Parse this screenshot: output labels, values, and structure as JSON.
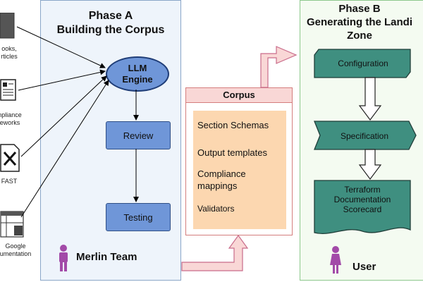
{
  "sources": [
    {
      "icon": "book-icon",
      "label": "ooks,\nrticles"
    },
    {
      "icon": "document-icon",
      "label": "npliance\neworks"
    },
    {
      "icon": "fast-icon",
      "label": "FAST"
    },
    {
      "icon": "google-docs-icon",
      "label": "Google\numentation"
    }
  ],
  "phase_a": {
    "title": "Phase A\nBuilding the Corpus",
    "llm_label": "LLM\nEngine",
    "review_label": "Review",
    "testing_label": "Testing",
    "team_label": "Merlin Team"
  },
  "corpus": {
    "title": "Corpus",
    "items": [
      "Section Schemas",
      "Output templates",
      "Compliance\nmappings",
      "Validators"
    ]
  },
  "phase_b": {
    "title": "Phase B\nGenerating the Landi\nZone",
    "configuration_label": "Configuration",
    "specification_label": "Specification",
    "output_label": "Terraform\nDocumentation\nScorecard",
    "user_label": "User"
  },
  "colors": {
    "phase_a_bg": "#eef4fb",
    "phase_b_bg": "#f4fbf1",
    "process_blue": "#6f96d8",
    "corpus_peach": "#fcd7b0",
    "arrow_pink": "#f9d7d6",
    "teal": "#3f8f80",
    "person_purple": "#a24aa8"
  }
}
